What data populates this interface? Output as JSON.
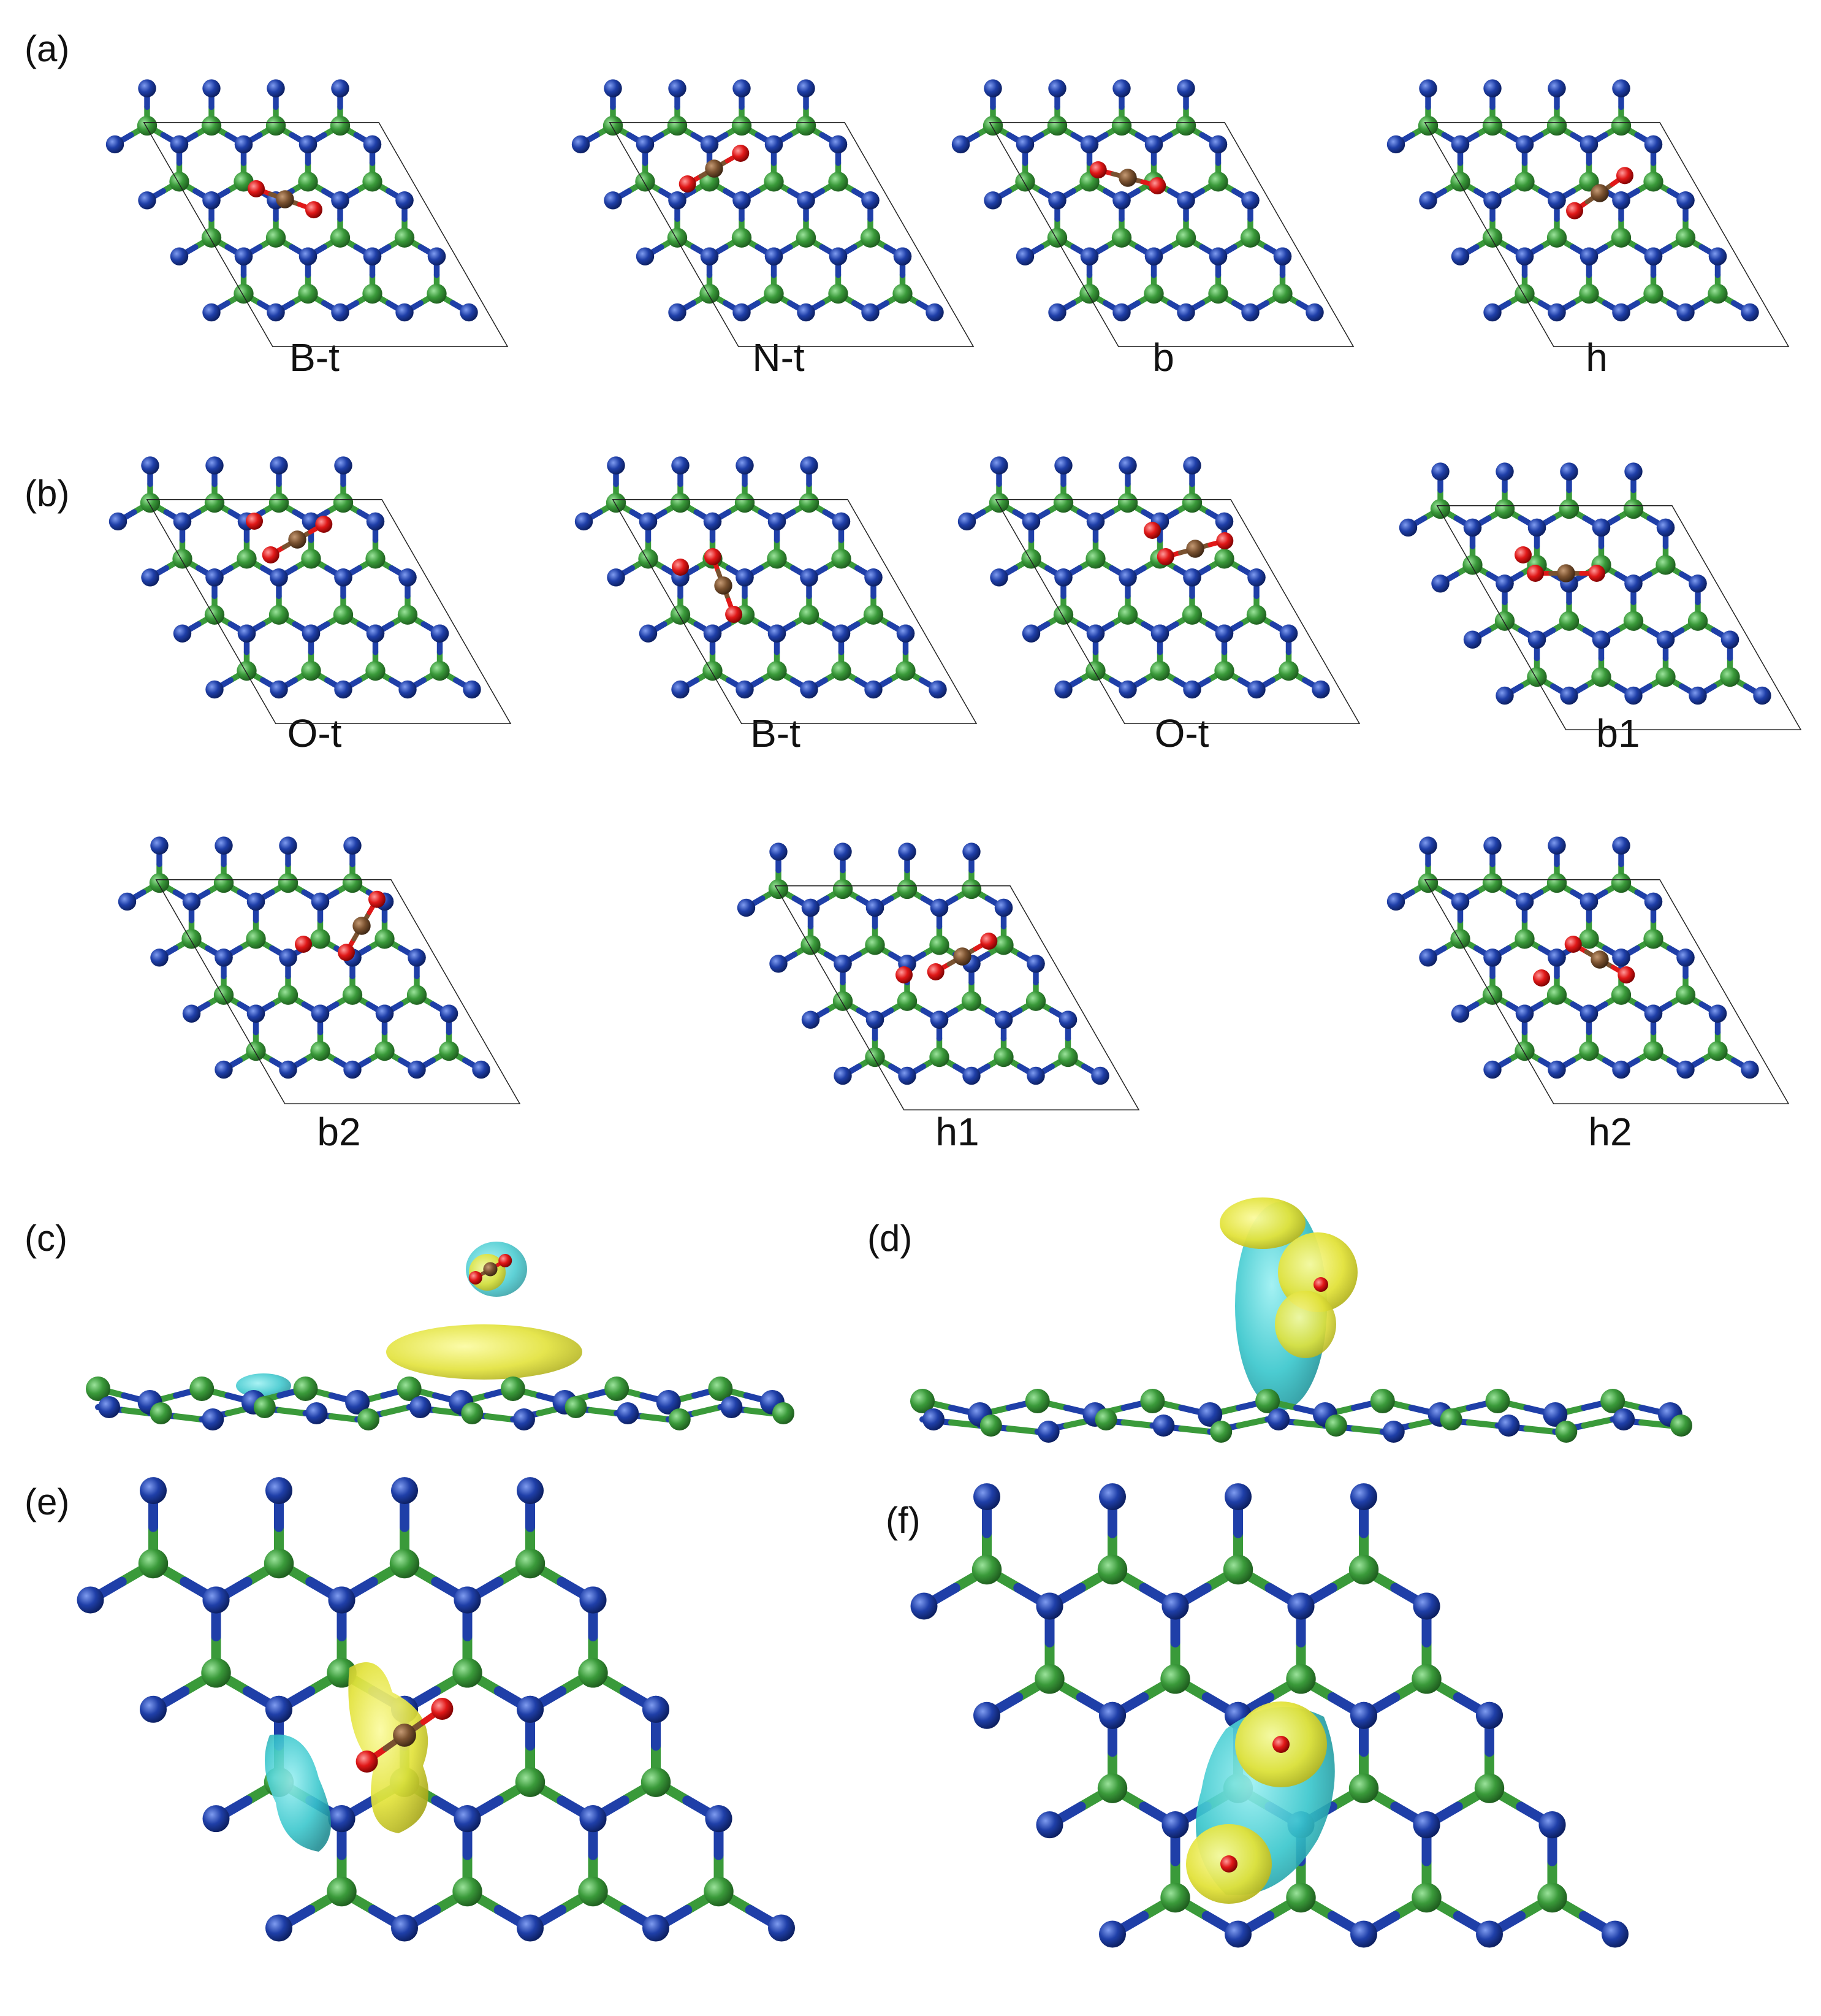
{
  "figure": {
    "panel_letters": [
      "(a)",
      "(b)",
      "(c)",
      "(d)",
      "(e)",
      "(f)"
    ],
    "row_a_captions": [
      "B-t",
      "N-t",
      "b",
      "h"
    ],
    "row_b1_captions": [
      "O-t",
      "B-t",
      "O-t",
      "b1"
    ],
    "row_b2_captions": [
      "b2",
      "h1",
      "h2"
    ]
  },
  "colors": {
    "boron": "#3a9a3a",
    "nitrogen": "#1f3fa8",
    "oxygen": "#e01818",
    "carbon": "#7a5230",
    "isosurface_positive": "#e8e83a",
    "isosurface_negative": "#37c6cc",
    "cell_line": "#222222"
  },
  "icons": [
    "bn-lattice-structure",
    "co2-molecule",
    "charge-density-isosurface"
  ]
}
